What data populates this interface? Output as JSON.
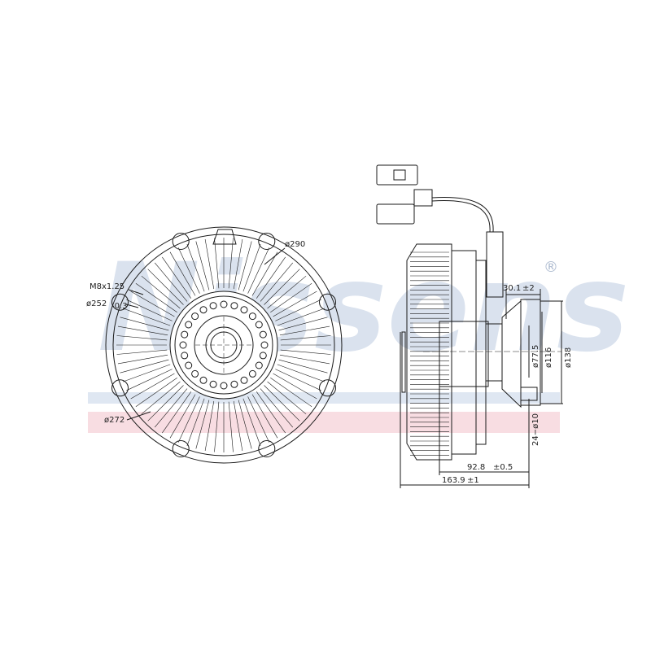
{
  "watermark": {
    "brand": "Nissens",
    "registered": "®",
    "band_color_top": "#c5d3e8",
    "band_color_bottom": "#f3c7cf"
  },
  "front_view": {
    "dimensions": {
      "outer_diameter": "ø290",
      "thread": "M8x1.25",
      "bolt_circle": "ø252",
      "bolt_circle_tol": "-0.3",
      "inner_diameter": "ø272"
    }
  },
  "side_view": {
    "dimensions": {
      "flange_depth": "30.1",
      "flange_depth_tol": "±2",
      "d_pilot": "ø77.5",
      "d_hub": "ø116",
      "d_flange": "ø138",
      "mount_holes": "24−ø10",
      "hub_length": "92.8",
      "hub_length_tol": "±0.5",
      "total_length": "163.9",
      "total_length_tol": "±1"
    }
  },
  "colors": {
    "line": "#1a1a1a",
    "watermark": "#c7d4e6"
  }
}
